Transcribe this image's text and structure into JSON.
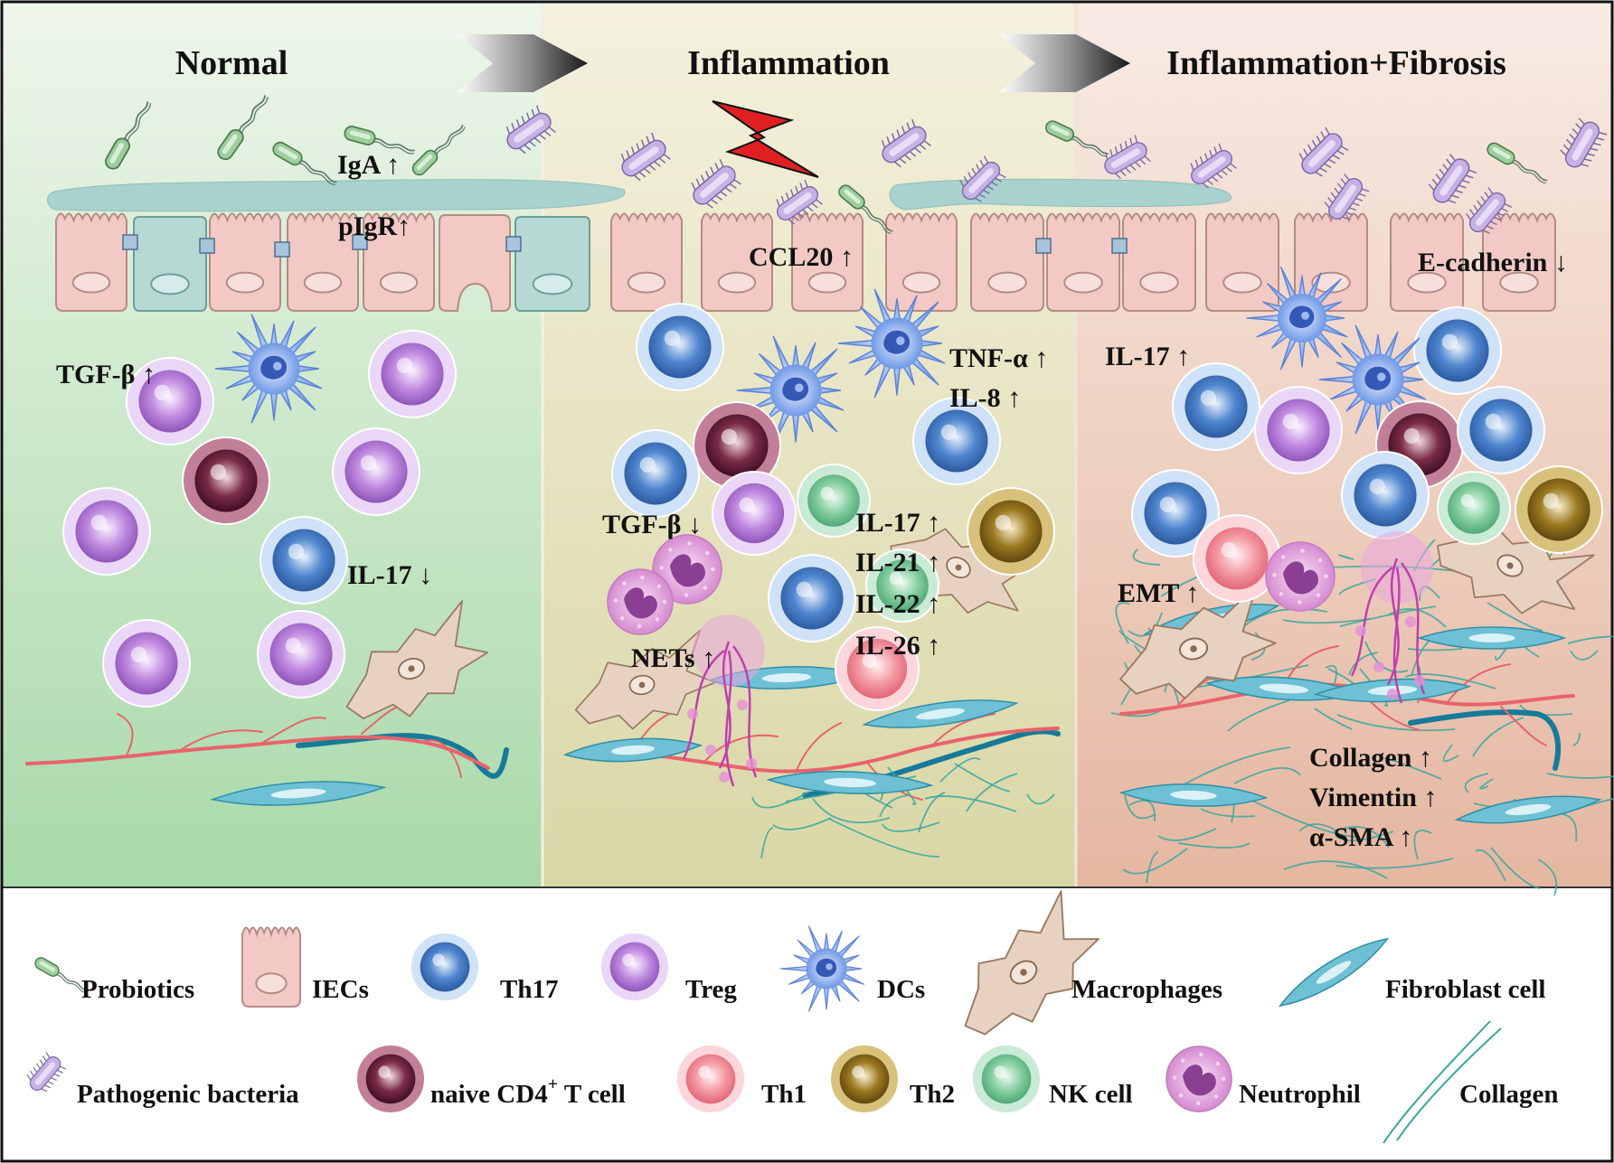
{
  "panels": [
    {
      "title": "Normal",
      "bg": "#cfe8cf"
    },
    {
      "title": "Inflammation",
      "bg": "#e4e4bc"
    },
    {
      "title": "Inflammation+Fibrosis",
      "bg": "#efcdbd"
    }
  ],
  "labels": {
    "iga": "IgA ↑",
    "pigr": "pIgR↑",
    "tgf_up": "TGF-β ↑",
    "il17_down": "IL-17  ↓",
    "ccl20": "CCL20 ↑",
    "tnfa": "TNF-α ↑",
    "il8": "IL-8 ↑",
    "tgf_down": "TGF-β ↓",
    "il17_up": "IL-17 ↑",
    "il21": "IL-21 ↑",
    "il22": "IL-22 ↑",
    "il26": "IL-26 ↑",
    "nets": "NETs ↑",
    "ecadherin": "E-cadherin ↓",
    "il17_fib": "IL-17 ↑",
    "emt": "EMT ↑",
    "collagen": "Collagen ↑",
    "vimentin": "Vimentin ↑",
    "asma": "α-SMA ↑"
  },
  "legend": {
    "probiotics": "Probiotics",
    "iecs": "IECs",
    "th17": "Th17",
    "treg": "Treg",
    "dcs": "DCs",
    "macrophages": "Macrophages",
    "fibroblast": "Fibroblast cell",
    "pathogenic": "Pathogenic bacteria",
    "naive_main": "naive CD4",
    "naive_sup": "+",
    "naive_tail": " T cell",
    "th1": "Th1",
    "th2": "Th2",
    "nk": "NK cell",
    "neutrophil": "Neutrophil",
    "collagen": "Collagen"
  },
  "colors": {
    "th17": "#4f86cf",
    "treg": "#b57ad9",
    "naive": "#6e2440",
    "th1": "#f08a95",
    "th2": "#96741c",
    "nk": "#6cbc8c",
    "iec": "#f2c9c4",
    "goblet": "#b7d9d3",
    "mucus": "#a9d1cd",
    "vessel": "#e8636b",
    "vessel_dark": "#167a99",
    "fibroblast": "#6ec0d4",
    "collagen": "#3aa79e"
  }
}
